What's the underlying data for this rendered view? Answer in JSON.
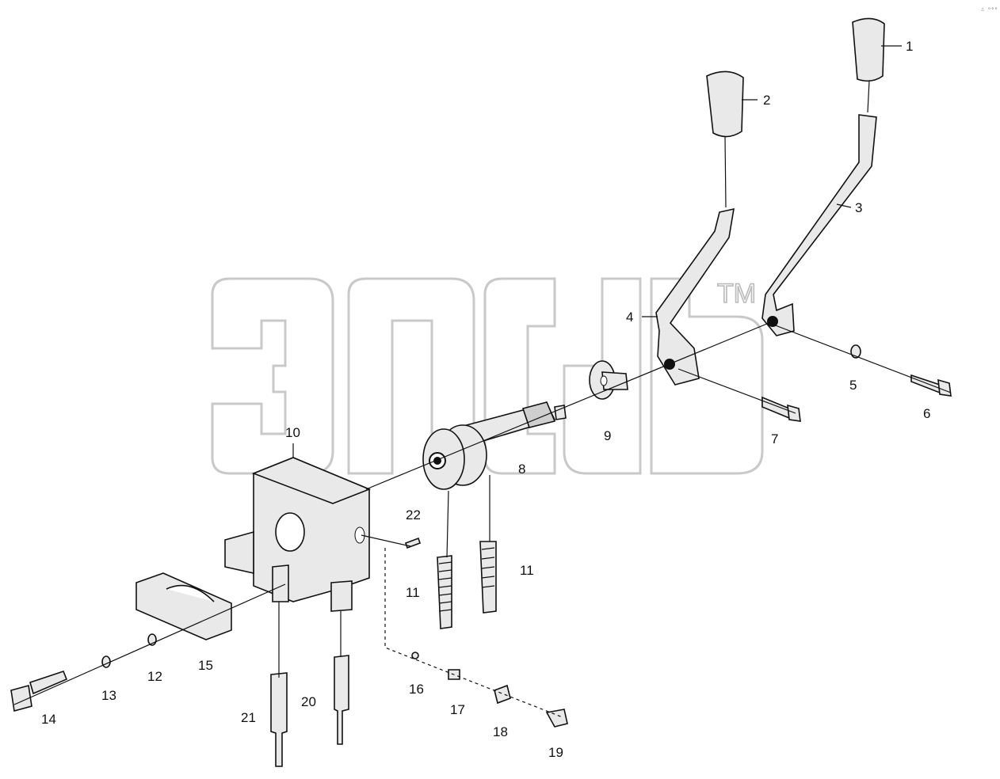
{
  "watermark": {
    "tm": "TM"
  },
  "corner_mark": "∴ ᵒᵒᵒ",
  "callouts": [
    {
      "id": "c1",
      "text": "1"
    },
    {
      "id": "c2",
      "text": "2"
    },
    {
      "id": "c3",
      "text": "3"
    },
    {
      "id": "c4",
      "text": "4"
    },
    {
      "id": "c5",
      "text": "5"
    },
    {
      "id": "c6",
      "text": "6"
    },
    {
      "id": "c7",
      "text": "7"
    },
    {
      "id": "c8",
      "text": "8"
    },
    {
      "id": "c9",
      "text": "9"
    },
    {
      "id": "c10",
      "text": "10"
    },
    {
      "id": "c11a",
      "text": "11"
    },
    {
      "id": "c11b",
      "text": "11"
    },
    {
      "id": "c12",
      "text": "12"
    },
    {
      "id": "c13",
      "text": "13"
    },
    {
      "id": "c14",
      "text": "14"
    },
    {
      "id": "c15",
      "text": "15"
    },
    {
      "id": "c16",
      "text": "16"
    },
    {
      "id": "c17",
      "text": "17"
    },
    {
      "id": "c18",
      "text": "18"
    },
    {
      "id": "c19",
      "text": "19"
    },
    {
      "id": "c20",
      "text": "20"
    },
    {
      "id": "c21",
      "text": "21"
    },
    {
      "id": "c22",
      "text": "22"
    }
  ]
}
